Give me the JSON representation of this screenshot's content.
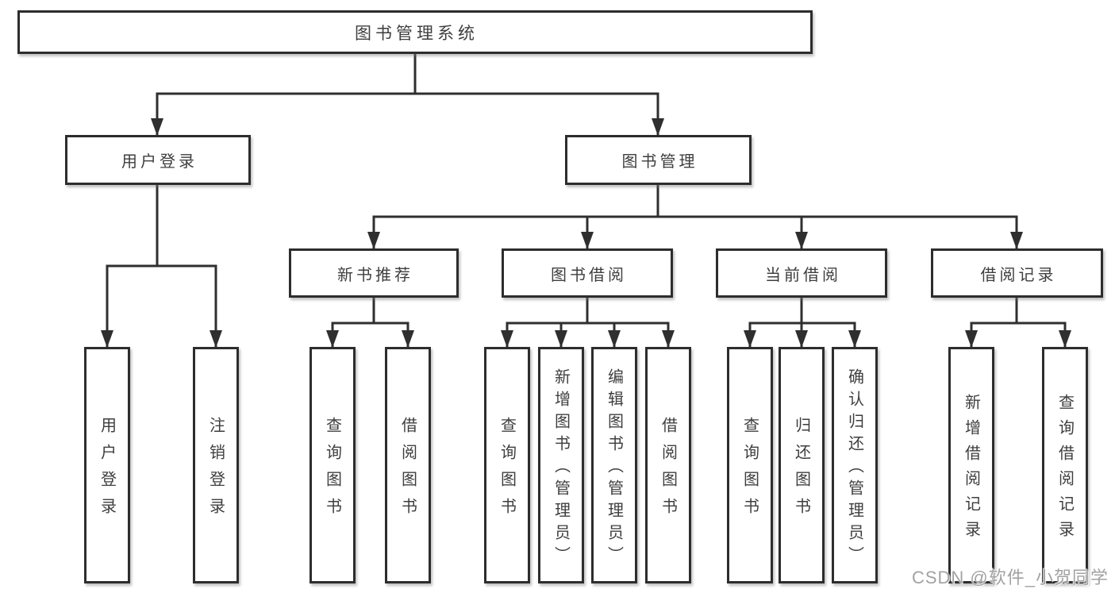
{
  "diagram": {
    "root": {
      "label": "图书管理系统"
    },
    "branches": [
      {
        "label": "用户登录",
        "children": [
          {
            "label": "用户登录"
          },
          {
            "label": "注销登录"
          }
        ]
      },
      {
        "label": "图书管理",
        "children": [
          {
            "label": "新书推荐",
            "children": [
              {
                "label": "查询图书"
              },
              {
                "label": "借阅图书"
              }
            ]
          },
          {
            "label": "图书借阅",
            "children": [
              {
                "label": "查询图书"
              },
              {
                "label": "新增图书（管理员）"
              },
              {
                "label": "编辑图书（管理员）"
              },
              {
                "label": "借阅图书"
              }
            ]
          },
          {
            "label": "当前借阅",
            "children": [
              {
                "label": "查询图书"
              },
              {
                "label": "归还图书"
              },
              {
                "label": "确认归还（管理员）"
              }
            ]
          },
          {
            "label": "借阅记录",
            "children": [
              {
                "label": "新增借阅记录"
              },
              {
                "label": "查询借阅记录"
              }
            ]
          }
        ]
      }
    ],
    "watermark": {
      "text": "CSDN @软件_小贺同学"
    },
    "colors": {
      "line": "#2f2f2f",
      "box_border": "#2d2d2d",
      "text": "#3e3e3e",
      "watermark": "#a2a2a2",
      "background": "#ffffff"
    }
  }
}
